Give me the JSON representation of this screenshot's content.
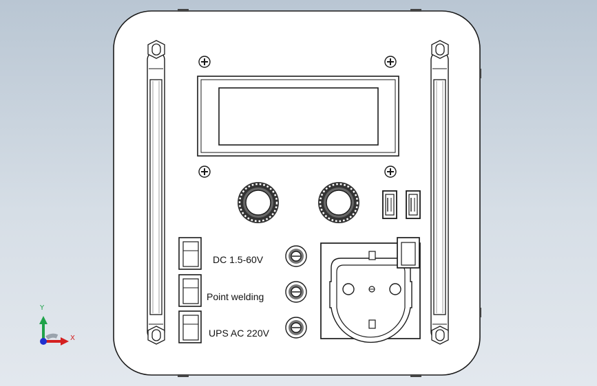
{
  "switch_labels": {
    "dc": "DC 1.5-60V",
    "weld": "Point welding",
    "ups": "UPS AC 220V"
  },
  "triad": {
    "x_label": "X",
    "y_label": "Y",
    "x_color": "#d42020",
    "y_color": "#1fa24a",
    "z_color": "#2030d0"
  },
  "colors": {
    "panel": "#ffffff",
    "outline": "#1a1a1a",
    "background_top": "#b9c6d3",
    "background_bottom": "#e3e8ee"
  }
}
